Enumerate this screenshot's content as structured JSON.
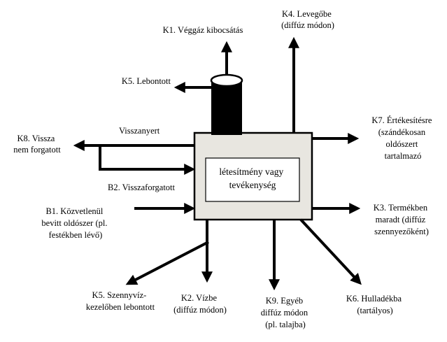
{
  "colors": {
    "ink": "#000000",
    "facility_fill": "#e8e6e0",
    "label_fill": "#ffffff",
    "chimney_top": "#ffffff"
  },
  "facility": {
    "label_lines": [
      "létesítmény vagy",
      "tevékenység"
    ]
  },
  "inputs": {
    "b1": [
      "B1. Közvetlenül",
      "bevitt oldószer (pl.",
      "festékben lévő)"
    ],
    "b2": [
      "B2. Visszaforgatott"
    ]
  },
  "outputs": {
    "visszanyert": [
      "Visszanyert"
    ],
    "k1": [
      "K1. Véggáz kibocsátás"
    ],
    "k4": [
      "K4. Levegőbe",
      "(diffúz módon)"
    ],
    "k5_top": [
      "K5. Lebontott"
    ],
    "k7": [
      "K7. Értékesítésre",
      "(szándékosan",
      "oldószert",
      "tartalmazó"
    ],
    "k8": [
      "K8. Vissza",
      "nem forgatott"
    ],
    "k3": [
      "K3. Termékben",
      "maradt (diffúz",
      "szennyezőként)"
    ],
    "k5_bottom": [
      "K5. Szennyvíz-",
      "kezelőben lebontott"
    ],
    "k2": [
      "K2. Vízbe",
      "(diffúz módon)"
    ],
    "k9": [
      "K9. Egyéb",
      "diffúz módon",
      "(pl. talajba)"
    ],
    "k6": [
      "K6. Hulladékba",
      "(tartályos)"
    ]
  }
}
